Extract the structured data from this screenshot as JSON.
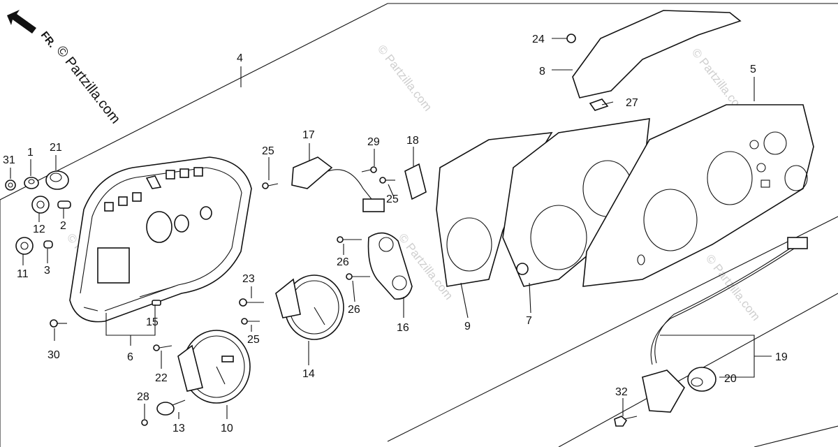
{
  "header": {
    "direction_label": "FR.",
    "copyright": "© Partzilla.com"
  },
  "watermark": "© Partzilla.com",
  "callouts": {
    "c1": "1",
    "c2": "2",
    "c3": "3",
    "c4": "4",
    "c5": "5",
    "c6": "6",
    "c7": "7",
    "c8": "8",
    "c9": "9",
    "c10": "10",
    "c11": "11",
    "c12": "12",
    "c13": "13",
    "c14": "14",
    "c15": "15",
    "c16": "16",
    "c17": "17",
    "c18": "18",
    "c19": "19",
    "c20": "20",
    "c21": "21",
    "c22": "22",
    "c23": "23",
    "c24": "24",
    "c25a": "25",
    "c25b": "25",
    "c25c": "25",
    "c26a": "26",
    "c26b": "26",
    "c27": "27",
    "c28": "28",
    "c29": "29",
    "c30": "30",
    "c31": "31",
    "c32": "32"
  }
}
